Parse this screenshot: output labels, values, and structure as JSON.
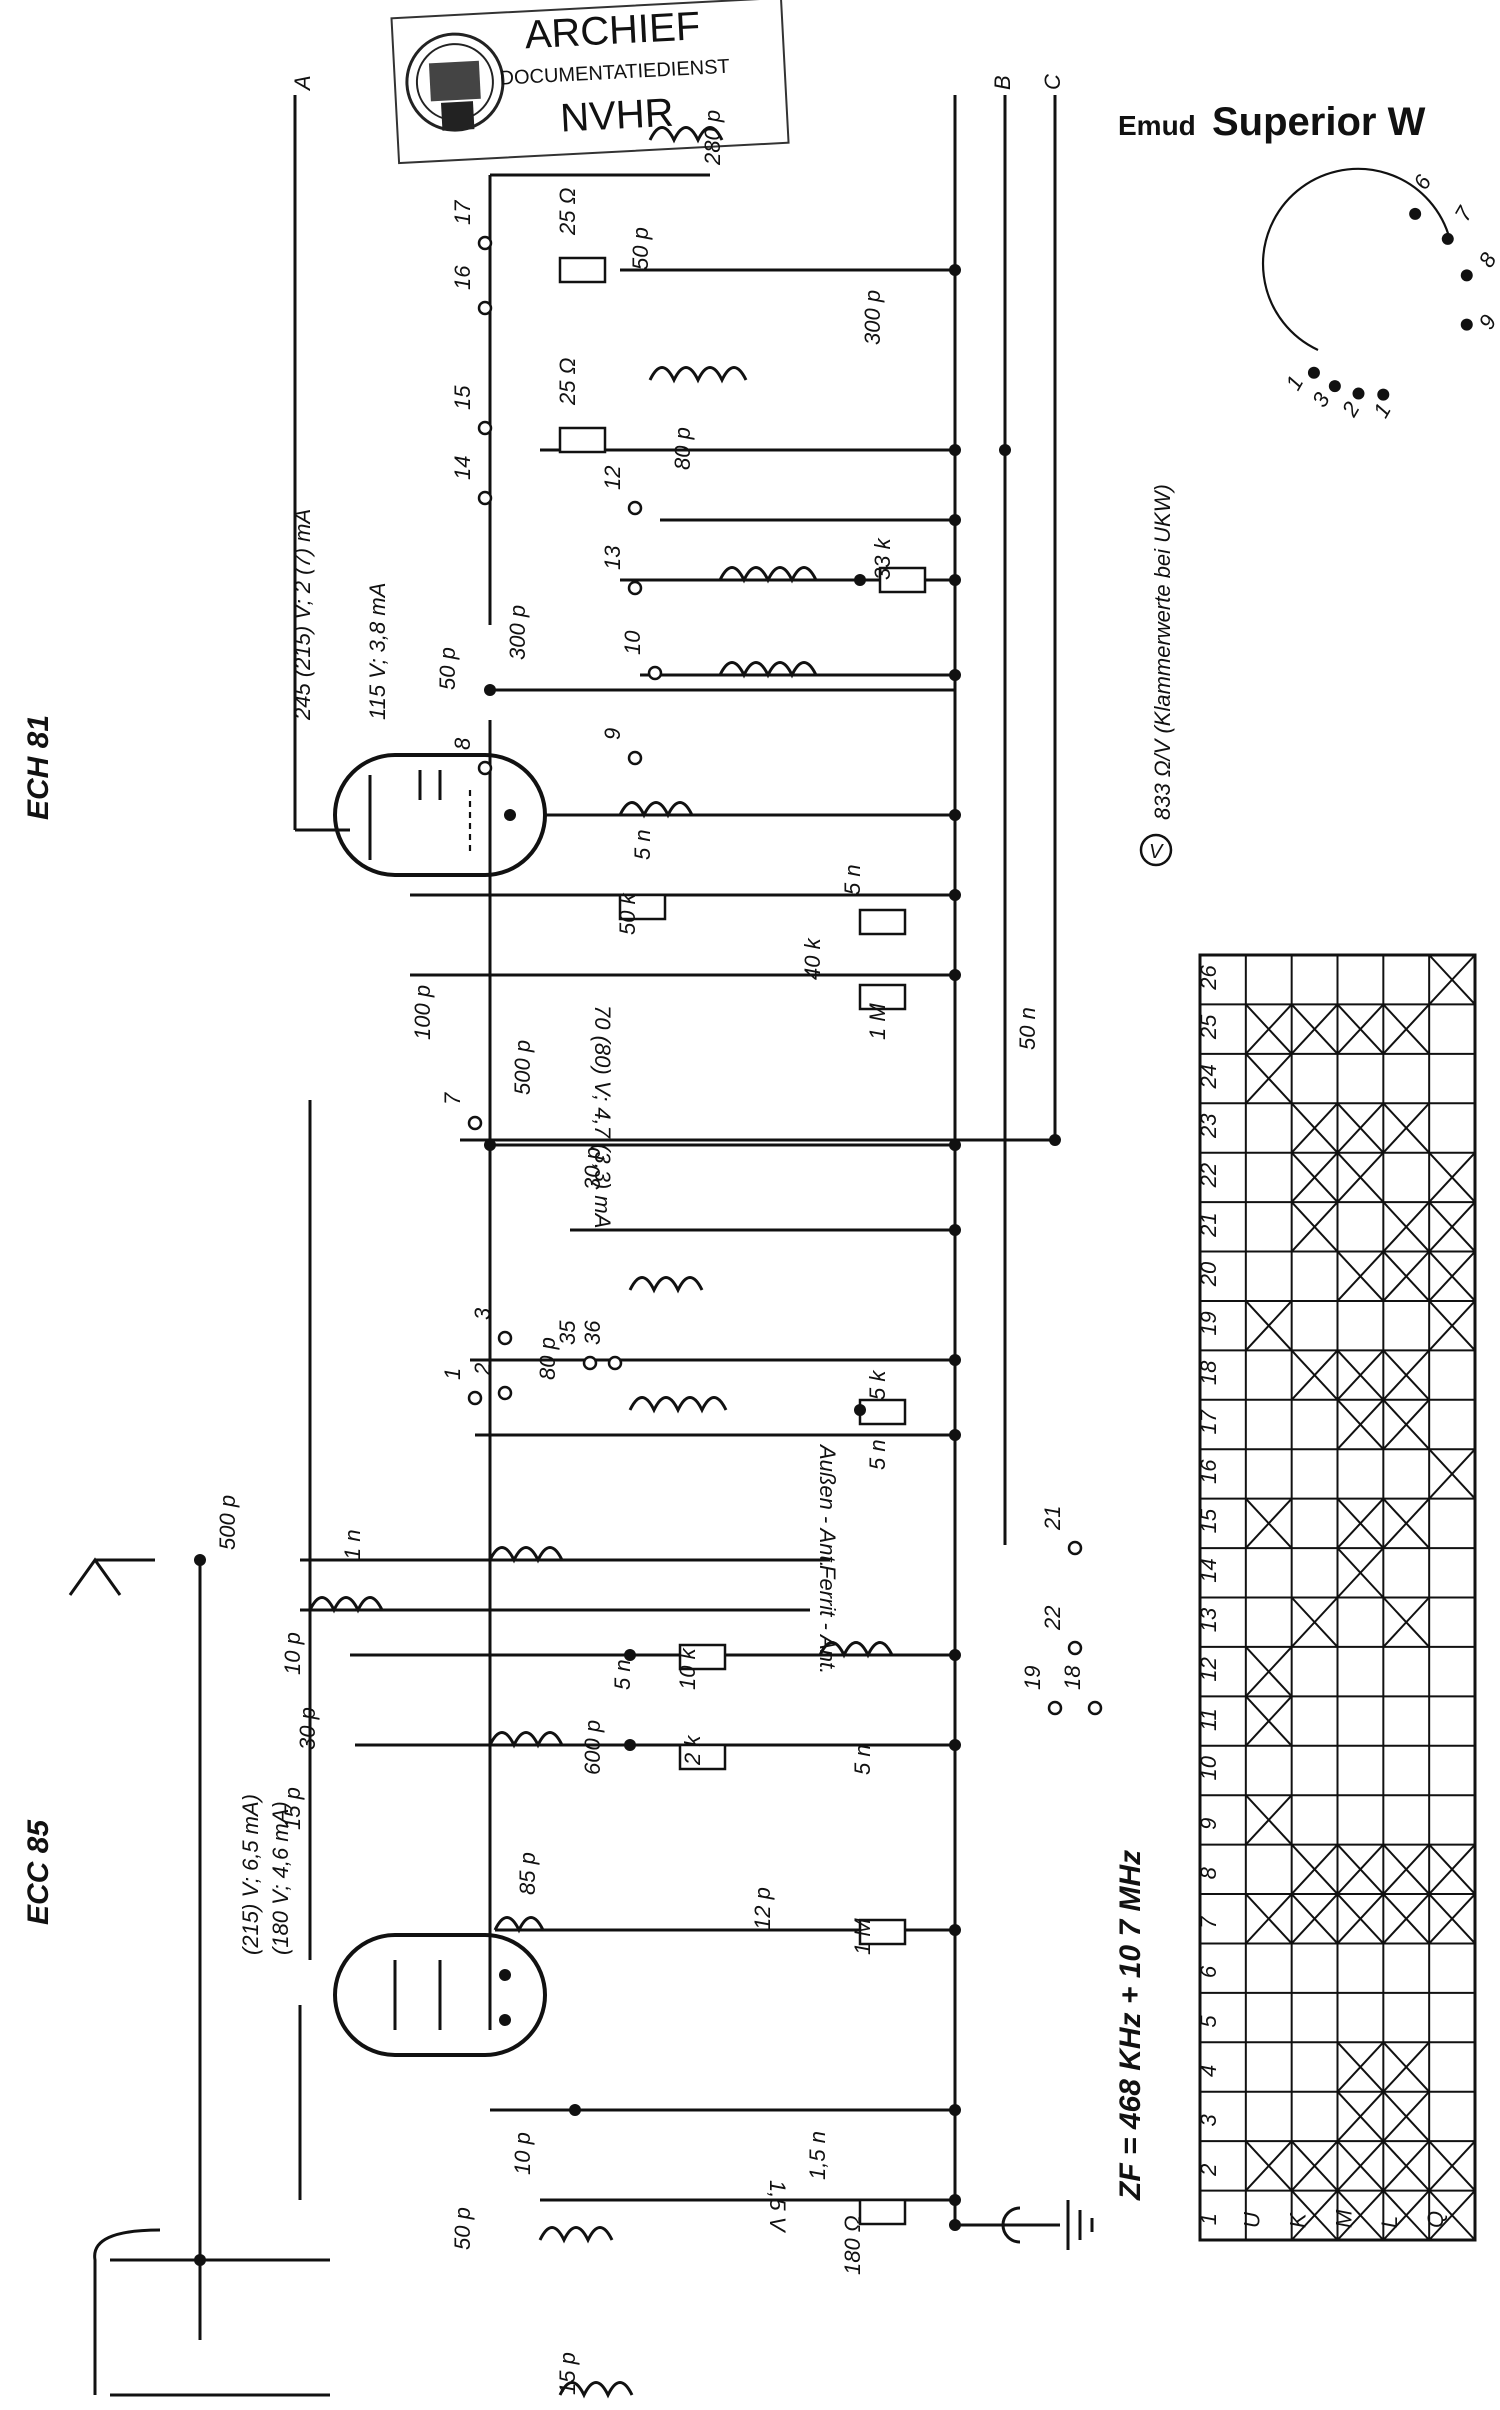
{
  "stamp": {
    "line1": "ARCHIEF",
    "line2": "DOCUMENTATIEDIENST",
    "line3": "NVHR"
  },
  "header": {
    "brand": "Emud",
    "model": "Superior W"
  },
  "tubes": {
    "ech81": "ECH 81",
    "ecc85": "ECC 85"
  },
  "bus_labels": [
    "A",
    "B",
    "C"
  ],
  "annotations": {
    "voltmeter": "833 Ω/V (Klammerwerte bei UKW)",
    "ech81_anode": "245 (215) V; 2 (7) mA",
    "ech81_screen": "115 V; 3,8 mA",
    "ech81_cathode": "70 (80) V; 4,7 (3,3) mA",
    "ecc85_a": "(215) V; 6,5 mA)",
    "ecc85_b": "(180 V; 4,6 mA)",
    "cathode_v": "1,5 V",
    "if_freq": "ZF = 468 KHz + 10 7 MHz",
    "ferrit": "Ferrit - Ant.",
    "aussen": "Außen - Ant."
  },
  "component_labels": [
    "280 p",
    "50 p",
    "25 Ω",
    "300 p",
    "25 Ω",
    "80 p",
    "33 k",
    "300 p",
    "50 p",
    "5 n",
    "50 k",
    "5 n",
    "40 k",
    "1 M",
    "100 p",
    "500 p",
    "50 n",
    "30 p",
    "80 p",
    "5 k",
    "5 n",
    "1 n",
    "500 p",
    "10 p",
    "30 p",
    "15 p",
    "5 n",
    "10 k",
    "600 p",
    "2 k",
    "5 n",
    "85 p",
    "12 p",
    "1 M",
    "1,5 n",
    "180 Ω",
    "10 p",
    "50 p",
    "15 p"
  ],
  "pin_labels": [
    "17",
    "16",
    "15",
    "14",
    "13",
    "12",
    "10",
    "9",
    "8",
    "7",
    "1",
    "2",
    "3",
    "35",
    "36",
    "22",
    "21",
    "19",
    "18"
  ],
  "socket_pins": [
    "1",
    "3",
    "2",
    "1",
    "9",
    "8",
    "7",
    "6"
  ],
  "switch_table": {
    "columns": [
      "1",
      "2",
      "3",
      "4",
      "5",
      "6",
      "7",
      "8",
      "9",
      "10",
      "11",
      "12",
      "13",
      "14",
      "15",
      "16",
      "17",
      "18",
      "19",
      "20",
      "21",
      "22",
      "23",
      "24",
      "25",
      "26"
    ],
    "rows": [
      {
        "label": "U",
        "marks": [
          0,
          1,
          0,
          0,
          0,
          0,
          1,
          0,
          1,
          0,
          1,
          1,
          0,
          0,
          1,
          0,
          0,
          0,
          1,
          0,
          0,
          0,
          0,
          1,
          1,
          0
        ]
      },
      {
        "label": "K",
        "marks": [
          1,
          1,
          0,
          0,
          0,
          0,
          1,
          1,
          0,
          0,
          0,
          0,
          1,
          0,
          0,
          0,
          0,
          1,
          0,
          0,
          1,
          1,
          1,
          0,
          1,
          0
        ]
      },
      {
        "label": "M",
        "marks": [
          1,
          1,
          1,
          1,
          0,
          0,
          1,
          1,
          0,
          0,
          0,
          0,
          0,
          1,
          1,
          0,
          1,
          1,
          0,
          1,
          0,
          1,
          1,
          0,
          1,
          0
        ]
      },
      {
        "label": "L",
        "marks": [
          1,
          1,
          1,
          1,
          0,
          0,
          1,
          1,
          0,
          0,
          0,
          0,
          1,
          0,
          1,
          0,
          1,
          1,
          0,
          1,
          1,
          0,
          1,
          0,
          1,
          0
        ]
      },
      {
        "label": "Q",
        "marks": [
          1,
          1,
          0,
          0,
          0,
          0,
          1,
          1,
          0,
          0,
          0,
          0,
          0,
          0,
          0,
          1,
          0,
          0,
          1,
          1,
          1,
          1,
          0,
          0,
          0,
          1
        ]
      }
    ]
  }
}
